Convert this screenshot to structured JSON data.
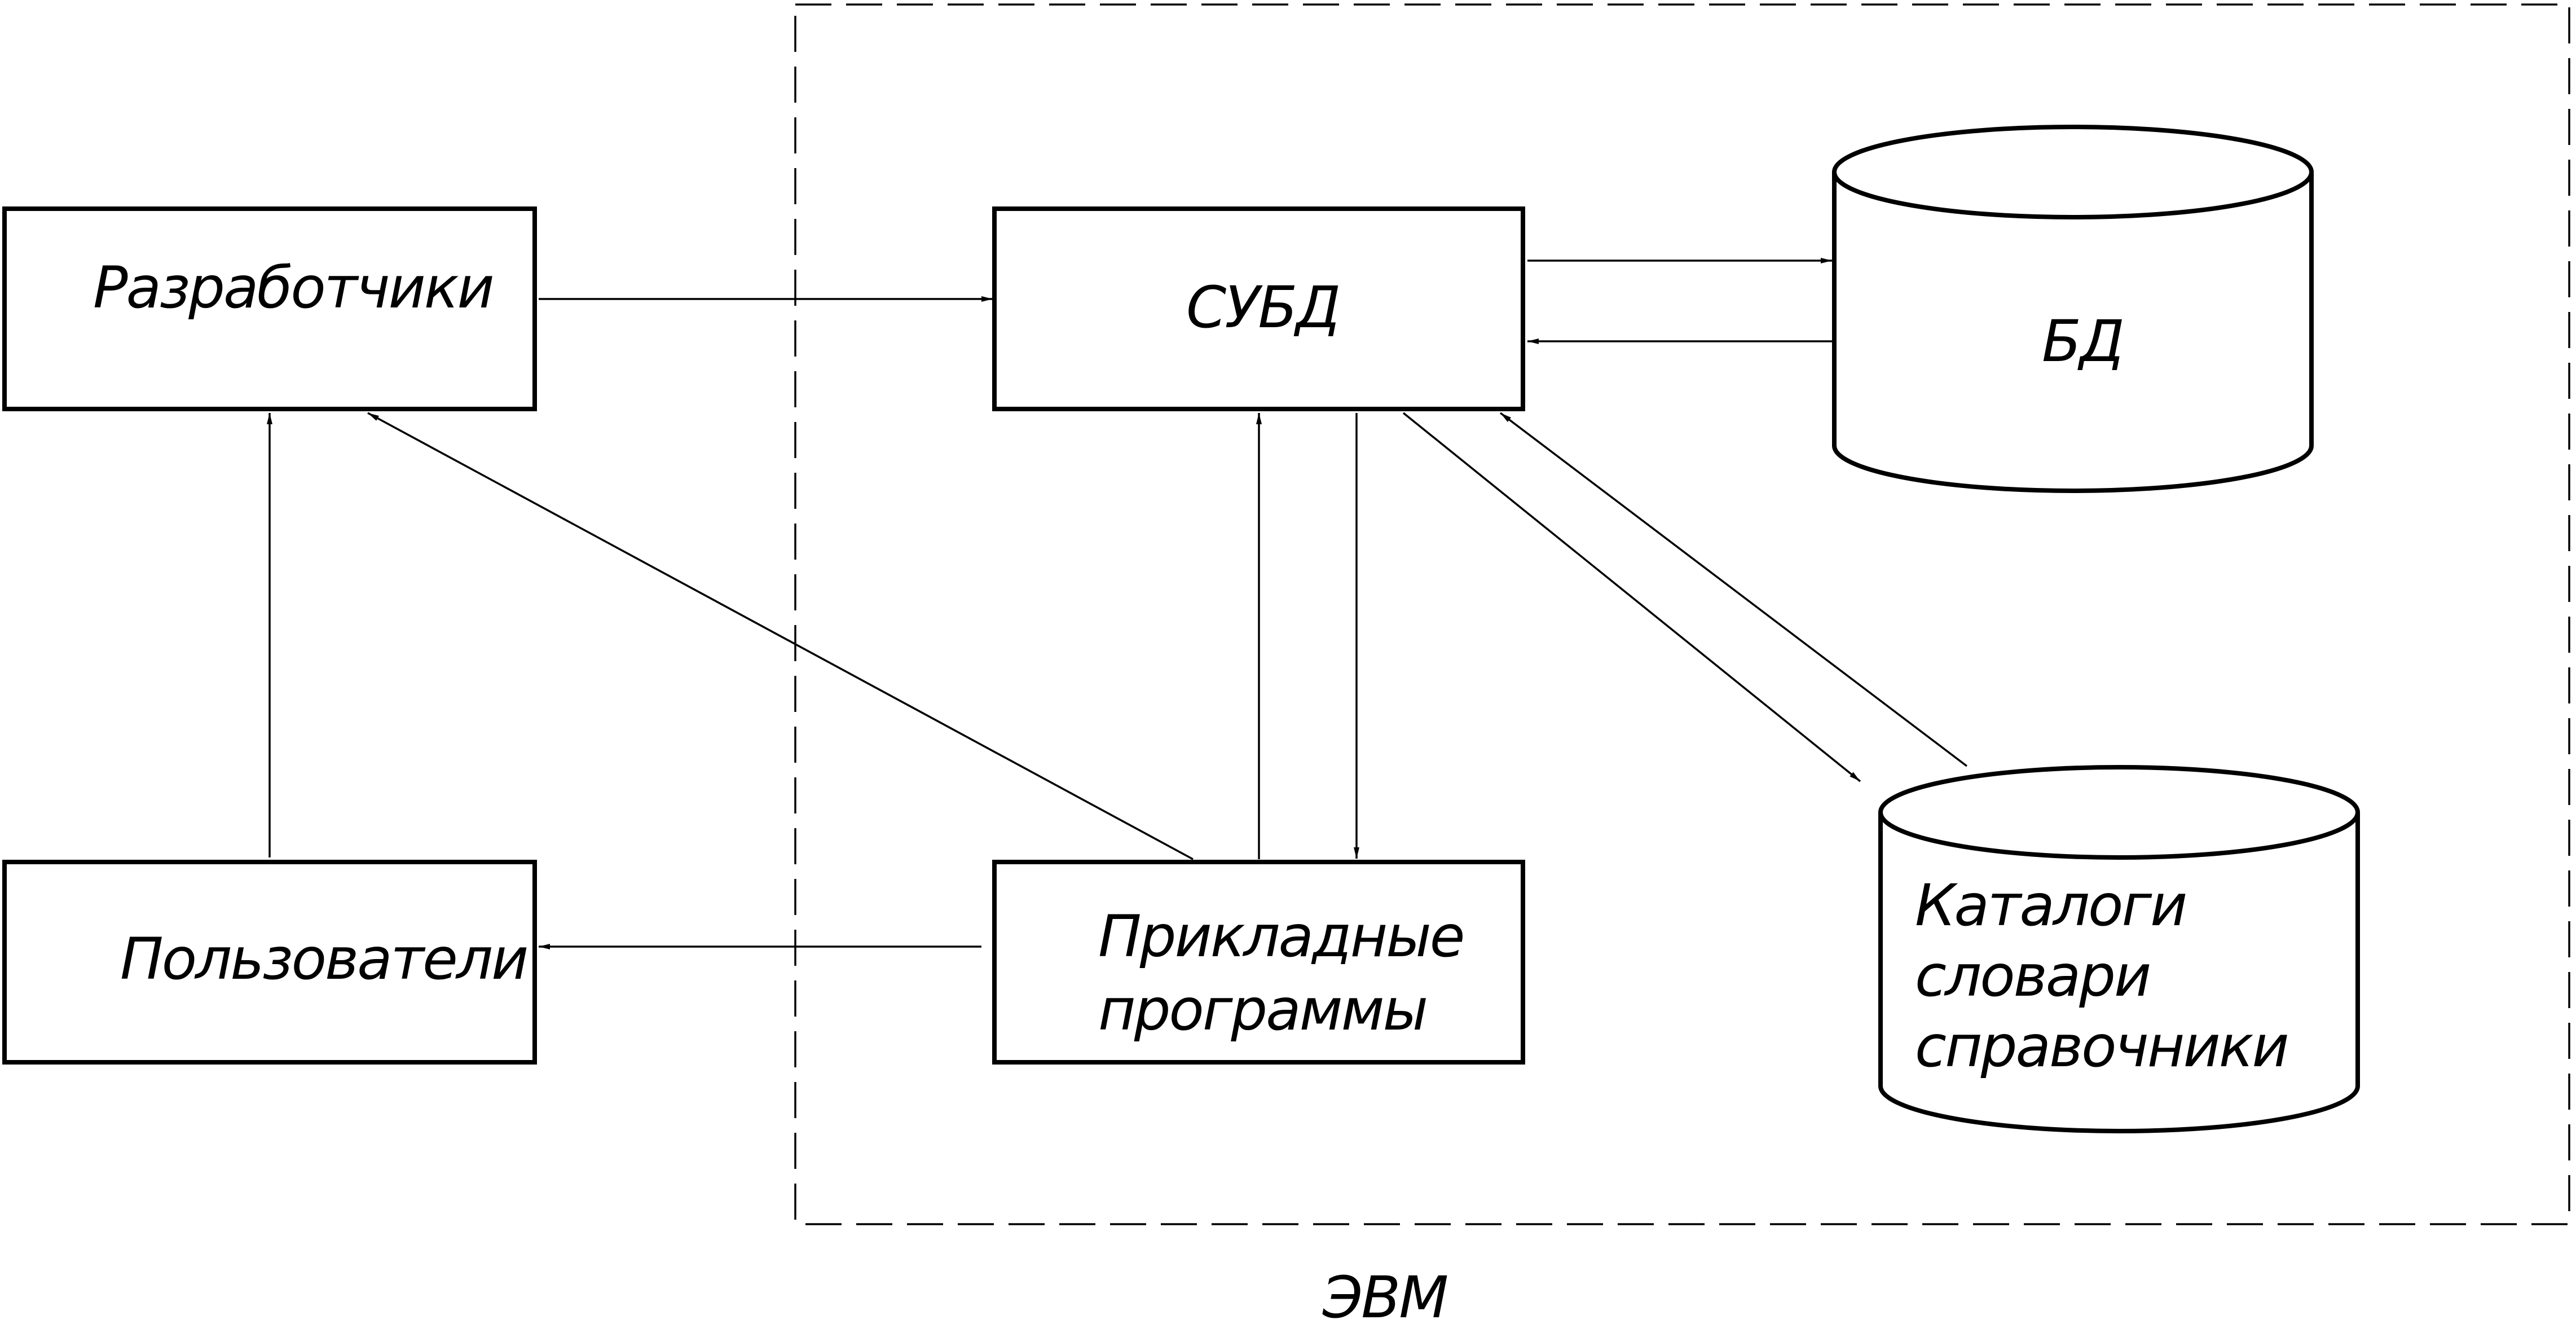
{
  "nodes": {
    "developers": "Разработчики",
    "dbms": "СУБД",
    "database": "БД",
    "users": "Пользователи",
    "applications": [
      "Прикладные",
      "программы"
    ],
    "catalogs": [
      "Каталоги",
      "словари",
      "справочники"
    ]
  },
  "region": {
    "computer": "ЭВМ"
  }
}
